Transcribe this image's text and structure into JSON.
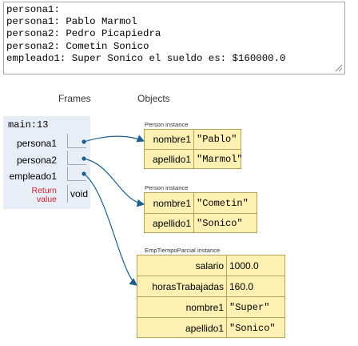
{
  "console": {
    "lines": [
      "persona1:",
      "persona1: Pablo Marmol",
      "persona2: Pedro Picapiedra",
      "persona2: Cometin Sonico",
      "empleado1: Super Sonico el sueldo es: $160000.0"
    ]
  },
  "headers": {
    "frames": "Frames",
    "objects": "Objects"
  },
  "frame": {
    "title": "main:13",
    "variables": [
      "persona1",
      "persona2",
      "empleado1"
    ],
    "return_label_1": "Return",
    "return_label_2": "value",
    "return_value": "void"
  },
  "objects": [
    {
      "label": "Person instance",
      "fields": [
        {
          "key": "nombre1",
          "value": "\"Pablo\""
        },
        {
          "key": "apellido1",
          "value": "\"Marmol\""
        }
      ]
    },
    {
      "label": "Person instance",
      "fields": [
        {
          "key": "nombre1",
          "value": "\"Cometin\""
        },
        {
          "key": "apellido1",
          "value": "\"Sonico\""
        }
      ]
    },
    {
      "label": "EmpTiempoParcial instance",
      "fields": [
        {
          "key": "salario",
          "value": "1000.0"
        },
        {
          "key": "horasTrabajadas",
          "value": "160.0"
        },
        {
          "key": "nombre1",
          "value": "\"Super\""
        },
        {
          "key": "apellido1",
          "value": "\"Sonico\""
        }
      ]
    }
  ],
  "colors": {
    "arrow": "#1f5f8b",
    "object_bg": "#fcf1b3",
    "frame_bg": "#e8eef7",
    "return_label": "#c8232c"
  }
}
